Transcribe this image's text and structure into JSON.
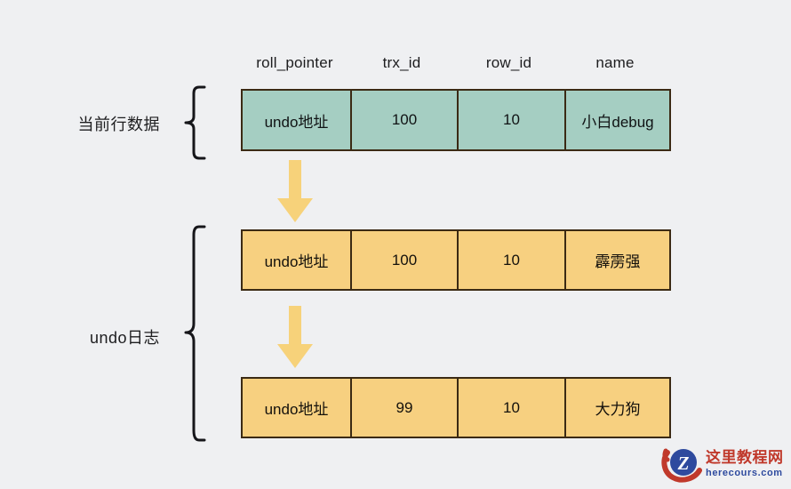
{
  "background_color": "#eff0f2",
  "palette": {
    "current_row_fill": "#a5cec2",
    "undo_row_fill": "#f7d080",
    "cell_border": "#3b2a14",
    "arrow_fill": "#f7d27a",
    "brace_stroke": "#16161a",
    "text": "#1d1d1f",
    "watermark_red": "#c0392b",
    "watermark_blue": "#2e4a9e"
  },
  "columns": [
    {
      "key": "roll_pointer",
      "label": "roll_pointer"
    },
    {
      "key": "trx_id",
      "label": "trx_id"
    },
    {
      "key": "row_id",
      "label": "row_id"
    },
    {
      "key": "name",
      "label": "name"
    }
  ],
  "groups": [
    {
      "id": "current",
      "label": "当前行数据"
    },
    {
      "id": "undo",
      "label": "undo日志"
    }
  ],
  "rows": [
    {
      "id": "current-row",
      "group": "current",
      "style": "teal",
      "cells": [
        "undo地址",
        "100",
        "10",
        "小白debug"
      ]
    },
    {
      "id": "undo-row-1",
      "group": "undo",
      "style": "amber",
      "cells": [
        "undo地址",
        "100",
        "10",
        "霹雳强"
      ]
    },
    {
      "id": "undo-row-2",
      "group": "undo",
      "style": "amber",
      "cells": [
        "undo地址",
        "99",
        "10",
        "大力狗"
      ]
    }
  ],
  "arrows": [
    {
      "id": "arrow-1",
      "direction": "down",
      "from": "current-row",
      "to": "undo-row-1"
    },
    {
      "id": "arrow-2",
      "direction": "down",
      "from": "undo-row-1",
      "to": "undo-row-2"
    }
  ],
  "watermark": {
    "logo_letter": "Z",
    "site_name_cn": "这里教程网",
    "site_name_en": "herecours.com"
  }
}
